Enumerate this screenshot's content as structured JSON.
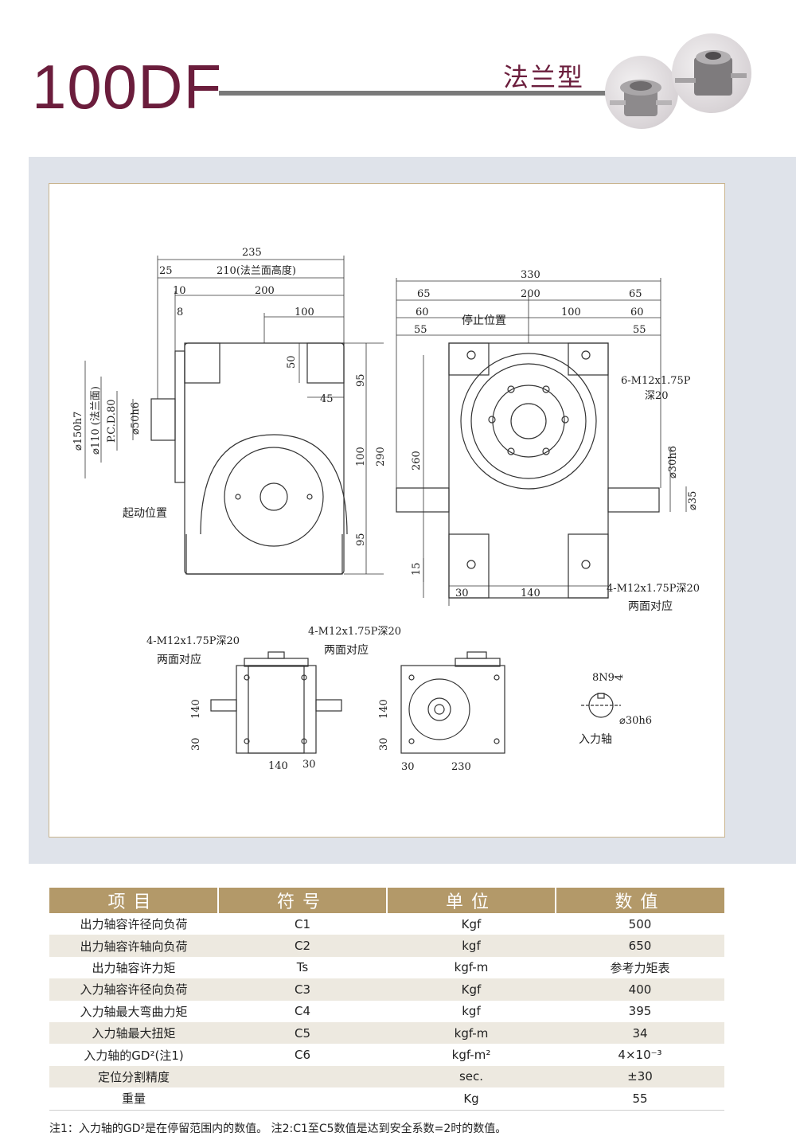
{
  "header": {
    "model": "100DF",
    "type_label": "法兰型",
    "product_images": [
      "product-photo-1",
      "product-photo-2"
    ]
  },
  "drawing": {
    "top_left_dims": {
      "d235": "235",
      "d210": "210(法兰面高度)",
      "d25": "25",
      "d10": "10",
      "d200": "200",
      "d8": "8",
      "d100": "100",
      "d50": "50",
      "d45": "45",
      "d95a": "95",
      "d290": "290",
      "d100b": "100",
      "d95b": "95",
      "phi150": "⌀150h7",
      "phi110": "⌀110 (法兰面)",
      "pcd": "P.C.D.80",
      "phi50": "⌀50h6",
      "start_pos": "起动位置"
    },
    "top_right_dims": {
      "d330": "330",
      "d65a": "65",
      "d200": "200",
      "d65b": "65",
      "d60a": "60",
      "d100": "100",
      "d60b": "60",
      "d55a": "55",
      "d55b": "55",
      "stop_pos": "停止位置",
      "holes": "6-M12x1.75P",
      "depth": "深20",
      "d260": "260",
      "phi30": "⌀30h6",
      "phi35": "⌀35",
      "d15": "15",
      "d30": "30",
      "d140": "140",
      "bolt_note": "4-M12x1.75P深20",
      "both_sides": "两面对应"
    },
    "bottom_left_dims": {
      "bolt_note": "4-M12x1.75P深20",
      "both_sides": "两面对应",
      "d140v": "140",
      "d30v": "30",
      "d140h": "140",
      "d30h": "30"
    },
    "bottom_mid_dims": {
      "bolt_note": "4-M12x1.75P深20",
      "both_sides": "两面对应",
      "d140v": "140",
      "d30v": "30",
      "d30h": "30",
      "d230h": "230"
    },
    "shaft_detail": {
      "key": "8N9",
      "key_depth": "4",
      "phi30": "⌀30h6",
      "label": "入力轴"
    }
  },
  "table": {
    "headers": [
      "项目",
      "符号",
      "单位",
      "数值"
    ],
    "rows": [
      {
        "item": "出力轴容许径向负荷",
        "symbol": "C1",
        "unit": "Kgf",
        "value": "500"
      },
      {
        "item": "出力轴容许轴向负荷",
        "symbol": "C2",
        "unit": "kgf",
        "value": "650"
      },
      {
        "item": "出力轴容许力矩",
        "symbol": "Ts",
        "unit": "kgf-m",
        "value": "参考力矩表"
      },
      {
        "item": "入力轴容许径向负荷",
        "symbol": "C3",
        "unit": "Kgf",
        "value": "400"
      },
      {
        "item": "入力轴最大弯曲力矩",
        "symbol": "C4",
        "unit": "kgf",
        "value": "395"
      },
      {
        "item": "入力轴最大扭矩",
        "symbol": "C5",
        "unit": "kgf-m",
        "value": "34"
      },
      {
        "item": "入力轴的GD²(注1)",
        "symbol": "C6",
        "unit": "kgf-m²",
        "value": "4×10⁻³"
      },
      {
        "item": "定位分割精度",
        "symbol": "",
        "unit": "sec.",
        "value": "±30"
      },
      {
        "item": "重量",
        "symbol": "",
        "unit": "Kg",
        "value": "55"
      }
    ]
  },
  "note": "注1：入力轴的GD²是在停留范围内的数值。   注2:C1至C5数值是达到安全系数=2时的数值。",
  "colors": {
    "title": "#6b1d3c",
    "header_bg": "#b39969",
    "panel_bg": "#dfe3ea",
    "row_shade": "#ede9e0"
  }
}
